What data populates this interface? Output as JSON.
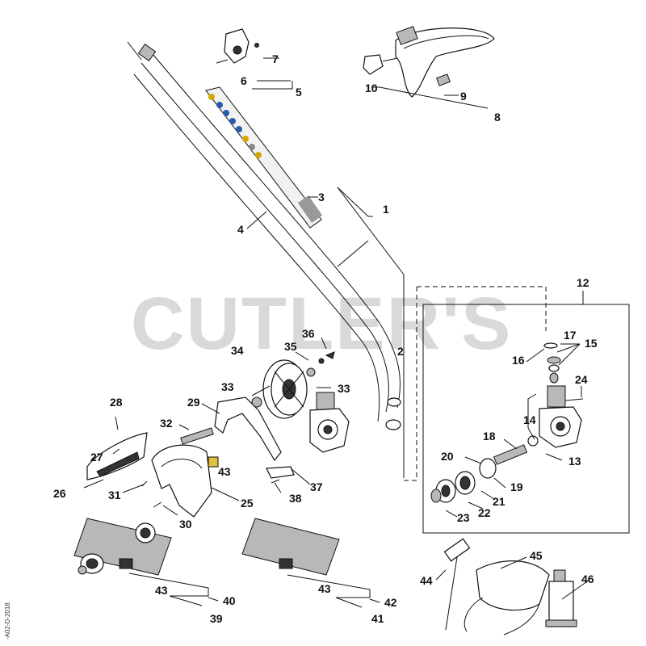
{
  "watermark": "CUTLER'S",
  "side_code": "-A02-D-2018",
  "parts": [
    {
      "ref": "1"
    },
    {
      "ref": "2"
    },
    {
      "ref": "3"
    },
    {
      "ref": "4"
    },
    {
      "ref": "5"
    },
    {
      "ref": "6"
    },
    {
      "ref": "7"
    },
    {
      "ref": "8"
    },
    {
      "ref": "9"
    },
    {
      "ref": "10"
    },
    {
      "ref": "12"
    },
    {
      "ref": "13"
    },
    {
      "ref": "14"
    },
    {
      "ref": "15"
    },
    {
      "ref": "16"
    },
    {
      "ref": "17"
    },
    {
      "ref": "18"
    },
    {
      "ref": "19"
    },
    {
      "ref": "20"
    },
    {
      "ref": "21"
    },
    {
      "ref": "22"
    },
    {
      "ref": "23"
    },
    {
      "ref": "24"
    },
    {
      "ref": "25"
    },
    {
      "ref": "26"
    },
    {
      "ref": "27"
    },
    {
      "ref": "28"
    },
    {
      "ref": "29"
    },
    {
      "ref": "30"
    },
    {
      "ref": "31"
    },
    {
      "ref": "32"
    },
    {
      "ref": "33"
    },
    {
      "ref": "33"
    },
    {
      "ref": "34"
    },
    {
      "ref": "35"
    },
    {
      "ref": "36"
    },
    {
      "ref": "37"
    },
    {
      "ref": "38"
    },
    {
      "ref": "39"
    },
    {
      "ref": "40"
    },
    {
      "ref": "41"
    },
    {
      "ref": "42"
    },
    {
      "ref": "43"
    },
    {
      "ref": "43"
    },
    {
      "ref": "43"
    },
    {
      "ref": "44"
    },
    {
      "ref": "45"
    },
    {
      "ref": "46"
    }
  ]
}
